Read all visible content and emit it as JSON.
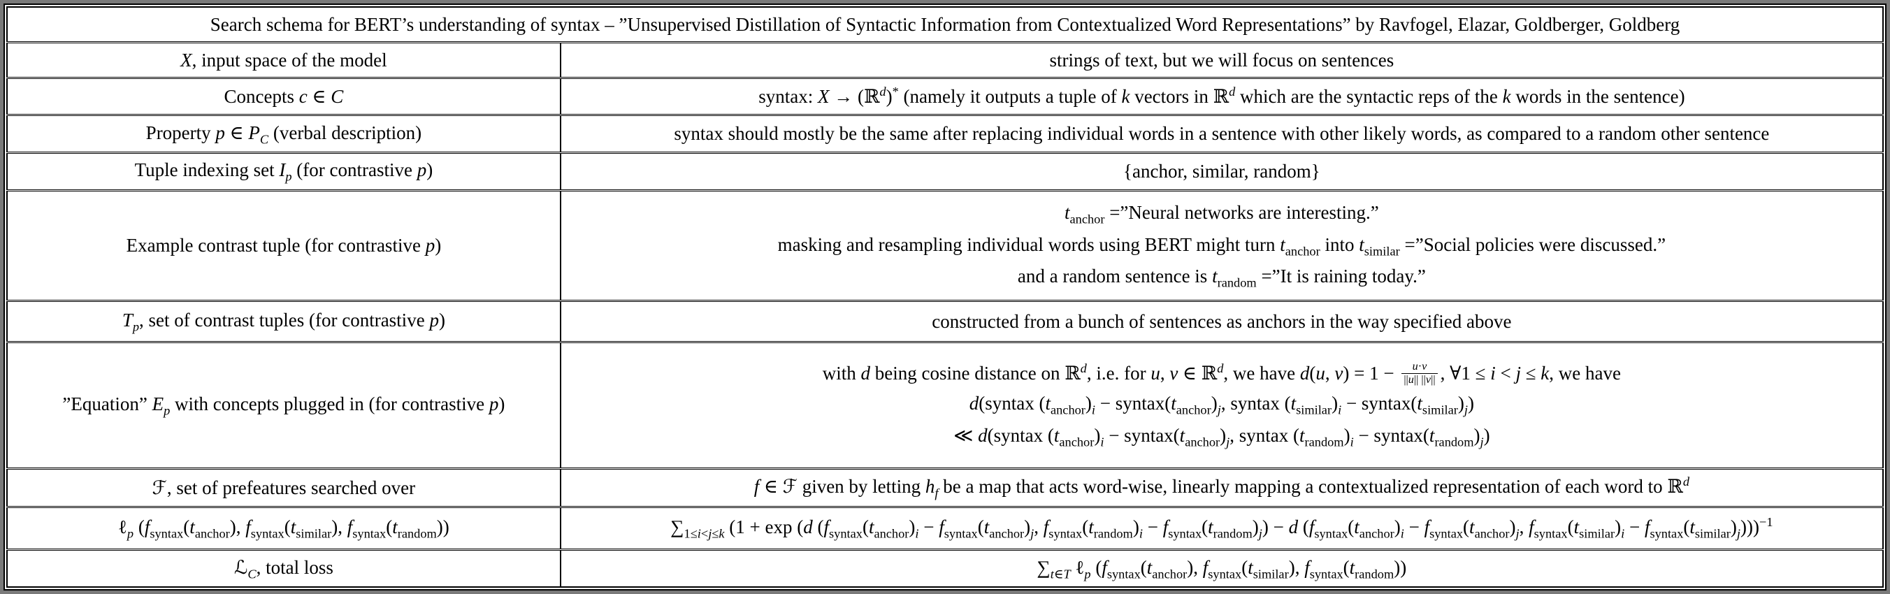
{
  "page": {
    "background_color": "#7a7a7a",
    "border_color": "#000000",
    "text_color": "#000000"
  },
  "table": {
    "title": "Search schema for BERT’s understanding of syntax – ”Unsupervised Distillation of Syntactic Information from Contextualized Word Representations” by Ravfogel, Elazar, Goldberger, Goldberg",
    "rows": [
      {
        "name": "input-space",
        "left": "<i>X</i>, input space of the model",
        "right": "strings of text, but we will focus on sentences"
      },
      {
        "name": "concepts",
        "left": "Concepts <i>c</i> ∈ <i>C</i>",
        "right": "syntax: <i>X</i> → (ℝ<sup><i>d</i></sup>)<sup>*</sup> (namely it outputs a tuple of <i>k</i> vectors in ℝ<sup><i>d</i></sup> which are the syntactic reps of the <i>k</i> words in the sentence)"
      },
      {
        "name": "property",
        "left": "Property <i>p</i> ∈ <i>P</i><sub><i>C</i></sub> (verbal description)",
        "right": "syntax should mostly be the same after replacing individual words in a sentence with other likely words, as compared to a random other sentence"
      },
      {
        "name": "tuple-indexing-set",
        "left": "Tuple indexing set <i>I</i><sub><i>p</i></sub> (for contrastive <i>p</i>)",
        "right": "{anchor, similar, random}"
      },
      {
        "name": "example-contrast-tuple",
        "left": "Example contrast tuple (for contrastive <i>p</i>)",
        "right": [
          "<i>t</i><sub>anchor</sub> =”Neural networks are interesting.”",
          "masking and resampling individual words using BERT might turn <i>t</i><sub>anchor</sub> into <i>t</i><sub>similar</sub> =”Social policies were discussed.”",
          "and a random sentence is <i>t</i><sub>random</sub> =”It is raining today.”"
        ]
      },
      {
        "name": "contrast-tuples-set",
        "left": "<i>T</i><sub><i>p</i></sub>, set of contrast tuples (for contrastive <i>p</i>)",
        "right": "constructed from a bunch of sentences as anchors in the way specified above"
      },
      {
        "name": "equation",
        "left": "”Equation” <i>E</i><sub><i>p</i></sub> with concepts plugged in (for contrastive <i>p</i>)",
        "right": [
          "with <i>d</i> being cosine distance on ℝ<sup><i>d</i></sup>, i.e. for <i>u</i>, <i>v</i> ∈ ℝ<sup><i>d</i></sup>, we have <i>d</i>(<i>u</i>, <i>v</i>) = 1 − <span class='frac'><span class='num'><i>u</i>·<i>v</i></span><span class='den'>||<i>u</i>|| ||<i>v</i>||</span></span>, ∀1 ≤ <i>i</i> &lt; <i>j</i> ≤ <i>k</i>, we have",
          "<i>d</i>(syntax (<i>t</i><sub>anchor</sub>)<sub><i>i</i></sub> − syntax(<i>t</i><sub>anchor</sub>)<sub><i>j</i></sub>, syntax (<i>t</i><sub>similar</sub>)<sub><i>i</i></sub> − syntax(<i>t</i><sub>similar</sub>)<sub><i>j</i></sub>)",
          "≪ <i>d</i>(syntax (<i>t</i><sub>anchor</sub>)<sub><i>i</i></sub> − syntax(<i>t</i><sub>anchor</sub>)<sub><i>j</i></sub>, syntax (<i>t</i><sub>random</sub>)<sub><i>i</i></sub> − syntax(<i>t</i><sub>random</sub>)<sub><i>j</i></sub>)"
        ]
      },
      {
        "name": "prefeatures",
        "left": "ℱ, set of prefeatures searched over",
        "right": "<i>f</i> ∈ ℱ given by letting <i>h</i><sub><i>f</i></sub> be a map that acts word-wise, linearly mapping a contextualized representation of each word to ℝ<sup><i>d</i></sup>"
      },
      {
        "name": "loss-lp",
        "left": "ℓ<sub><i>p</i></sub> (<i>f</i><sub>syntax</sub>(<i>t</i><sub>anchor</sub>), <i>f</i><sub>syntax</sub>(<i>t</i><sub>similar</sub>), <i>f</i><sub>syntax</sub>(<i>t</i><sub>random</sub>))",
        "right": "∑<sub>1≤<i>i</i>&lt;<i>j</i>≤<i>k</i></sub> (1 + exp (<i>d</i> (<i>f</i><sub>syntax</sub>(<i>t</i><sub>anchor</sub>)<sub><i>i</i></sub> − <i>f</i><sub>syntax</sub>(<i>t</i><sub>anchor</sub>)<sub><i>j</i></sub>, <i>f</i><sub>syntax</sub>(<i>t</i><sub>random</sub>)<sub><i>i</i></sub> − <i>f</i><sub>syntax</sub>(<i>t</i><sub>random</sub>)<sub><i>j</i></sub>) − <i>d</i> (<i>f</i><sub>syntax</sub>(<i>t</i><sub>anchor</sub>)<sub><i>i</i></sub> − <i>f</i><sub>syntax</sub>(<i>t</i><sub>anchor</sub>)<sub><i>j</i></sub>, <i>f</i><sub>syntax</sub>(<i>t</i><sub>similar</sub>)<sub><i>i</i></sub> − <i>f</i><sub>syntax</sub>(<i>t</i><sub>similar</sub>)<sub><i>j</i></sub>)))<sup>−1</sup>"
      },
      {
        "name": "total-loss",
        "left": "ℒ<sub><i>C</i></sub>, total loss",
        "right": "∑<sub><i>t</i>∈<i>T</i></sub> ℓ<sub><i>p</i></sub> (<i>f</i><sub>syntax</sub>(<i>t</i><sub>anchor</sub>), <i>f</i><sub>syntax</sub>(<i>t</i><sub>similar</sub>), <i>f</i><sub>syntax</sub>(<i>t</i><sub>random</sub>))"
      }
    ]
  }
}
